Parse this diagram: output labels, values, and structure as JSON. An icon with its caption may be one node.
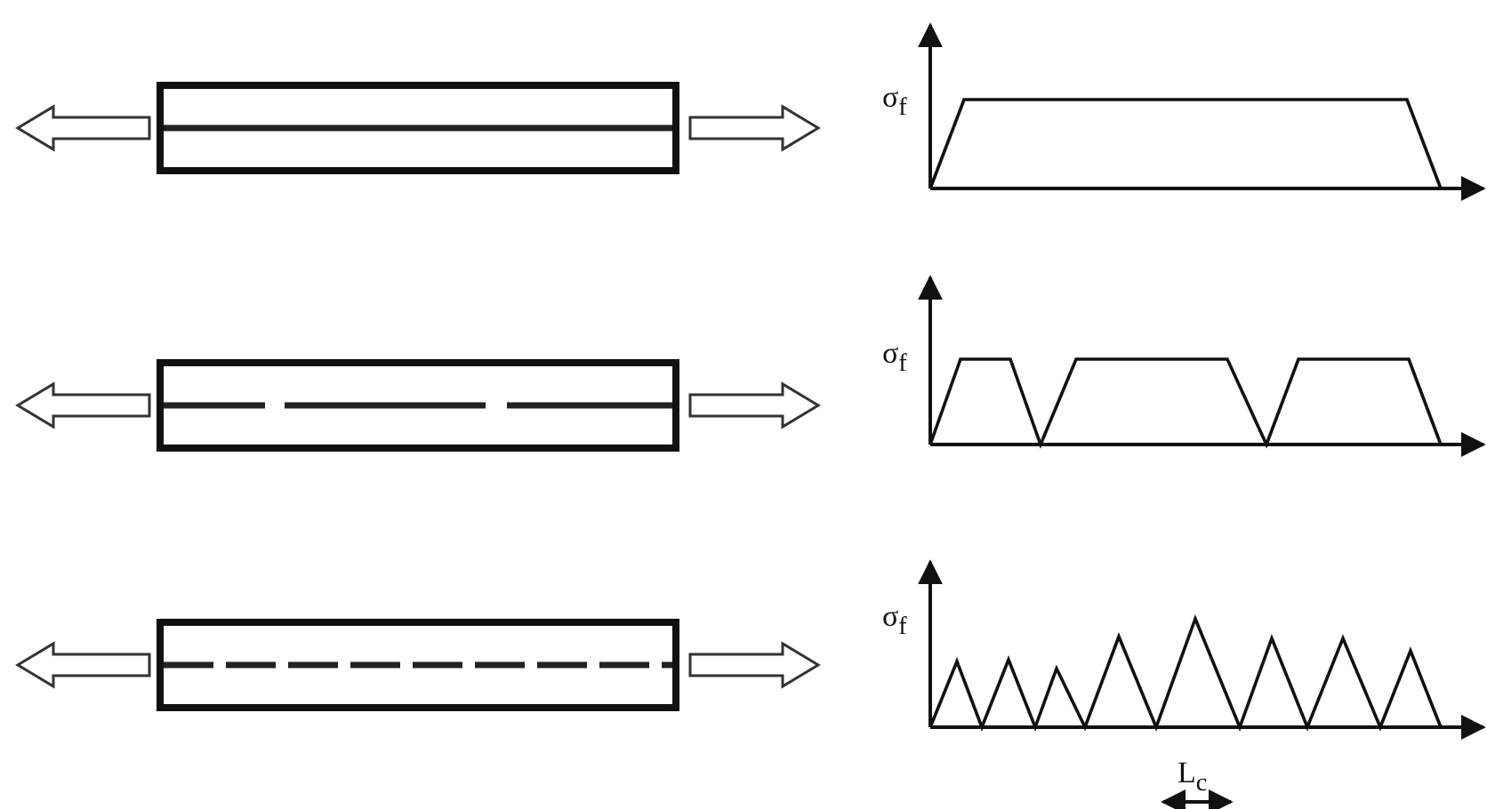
{
  "diagram": {
    "labels": [
      "σ$_{f}$",
      "σ$_{f}$",
      "σ$_{f}$",
      "L$_{c}$"
    ]
  }
}
